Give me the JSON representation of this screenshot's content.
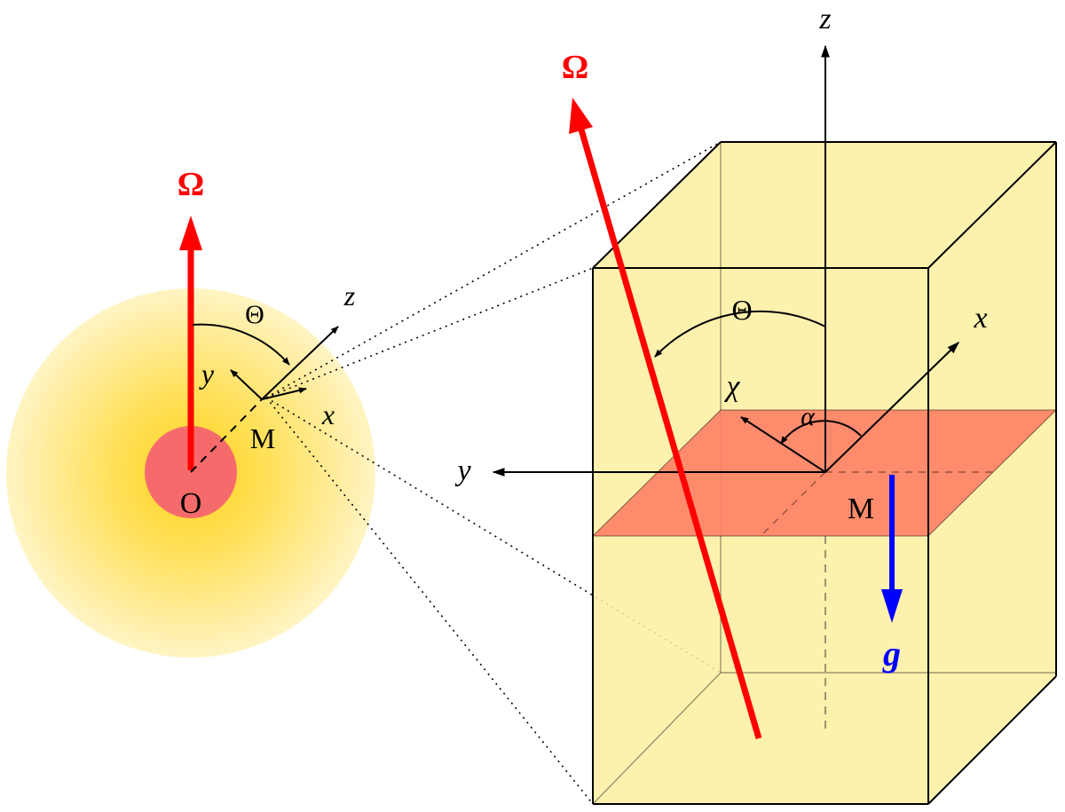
{
  "labels": {
    "omega": "Ω",
    "theta": "Θ",
    "chi": "χ",
    "alpha": "α",
    "axis_x": "x",
    "axis_y": "y",
    "axis_z": "z",
    "point_m": "M",
    "point_o": "O",
    "gravity": "g"
  },
  "colors": {
    "rotation_axis": "#ff0000",
    "gravity_vector": "#0000ff",
    "box_fill": "#fdeea0",
    "plane_fill": "#ff7f66",
    "core_fill": "#f56b6b",
    "star_glow": "#ffd21a",
    "ink": "#000000"
  }
}
